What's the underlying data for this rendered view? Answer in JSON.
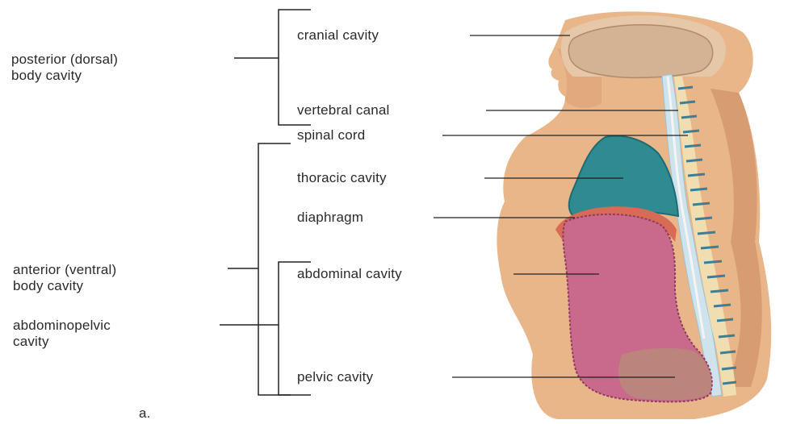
{
  "labels": {
    "posterior_line1": "posterior (dorsal)",
    "posterior_line2": "body cavity",
    "anterior_line1": "anterior (ventral)",
    "anterior_line2": "body cavity",
    "abdominopelvic_line1": "abdominopelvic",
    "abdominopelvic_line2": "cavity",
    "cranial": "cranial cavity",
    "vertebral": "vertebral canal",
    "spinal": "spinal cord",
    "thoracic": "thoracic cavity",
    "diaphragm": "diaphragm",
    "abdominal": "abdominal cavity",
    "pelvic": "pelvic cavity",
    "panel": "a."
  },
  "colors": {
    "skin": "#e9b68a",
    "skin_dark": "#d08f66",
    "brain": "#d4b394",
    "thoracic": "#2f8a92",
    "abdominal": "#c96a8c",
    "pelvic": "#b98a7a",
    "spine_bone": "#f0ddb0",
    "spine_disc": "#3f7d95",
    "canal": "#cfe3ec",
    "diaphragm": "#d86b55",
    "line": "#222222"
  }
}
